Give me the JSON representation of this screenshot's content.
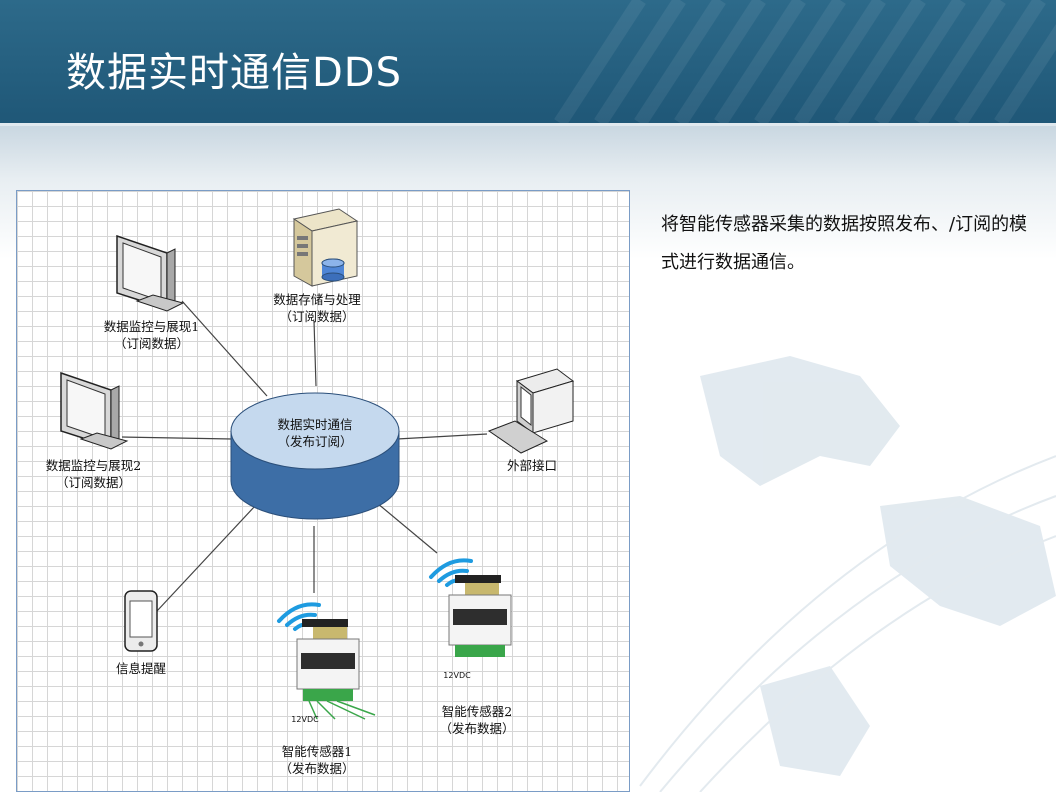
{
  "title": "数据实时通信DDS",
  "description": "将智能传感器采集的数据按照发布、/订阅的模式进行数据通信。",
  "diagram": {
    "center": {
      "line1": "数据实时通信",
      "line2": "（发布订阅）"
    },
    "storage": {
      "line1": "数据存储与处理",
      "line2": "（订阅数据）"
    },
    "monitor1": {
      "line1": "数据监控与展现1",
      "line2": "（订阅数据）"
    },
    "monitor2": {
      "line1": "数据监控与展现2",
      "line2": "（订阅数据）"
    },
    "external": {
      "line1": "外部接口"
    },
    "alert": {
      "line1": "信息提醒"
    },
    "sensor1": {
      "line1": "智能传感器1",
      "line2": "（发布数据）",
      "voltage": "12VDC"
    },
    "sensor2": {
      "line1": "智能传感器2",
      "line2": "（发布数据）",
      "voltage": "12VDC"
    }
  },
  "colors": {
    "header": "#1f5777",
    "cylinder_top": "#c5d9ee",
    "cylinder_side": "#3d6ea6",
    "wifi": "#1e9be0",
    "sensor_body": "#f4f4f4",
    "terminal_green": "#3aa64a"
  }
}
